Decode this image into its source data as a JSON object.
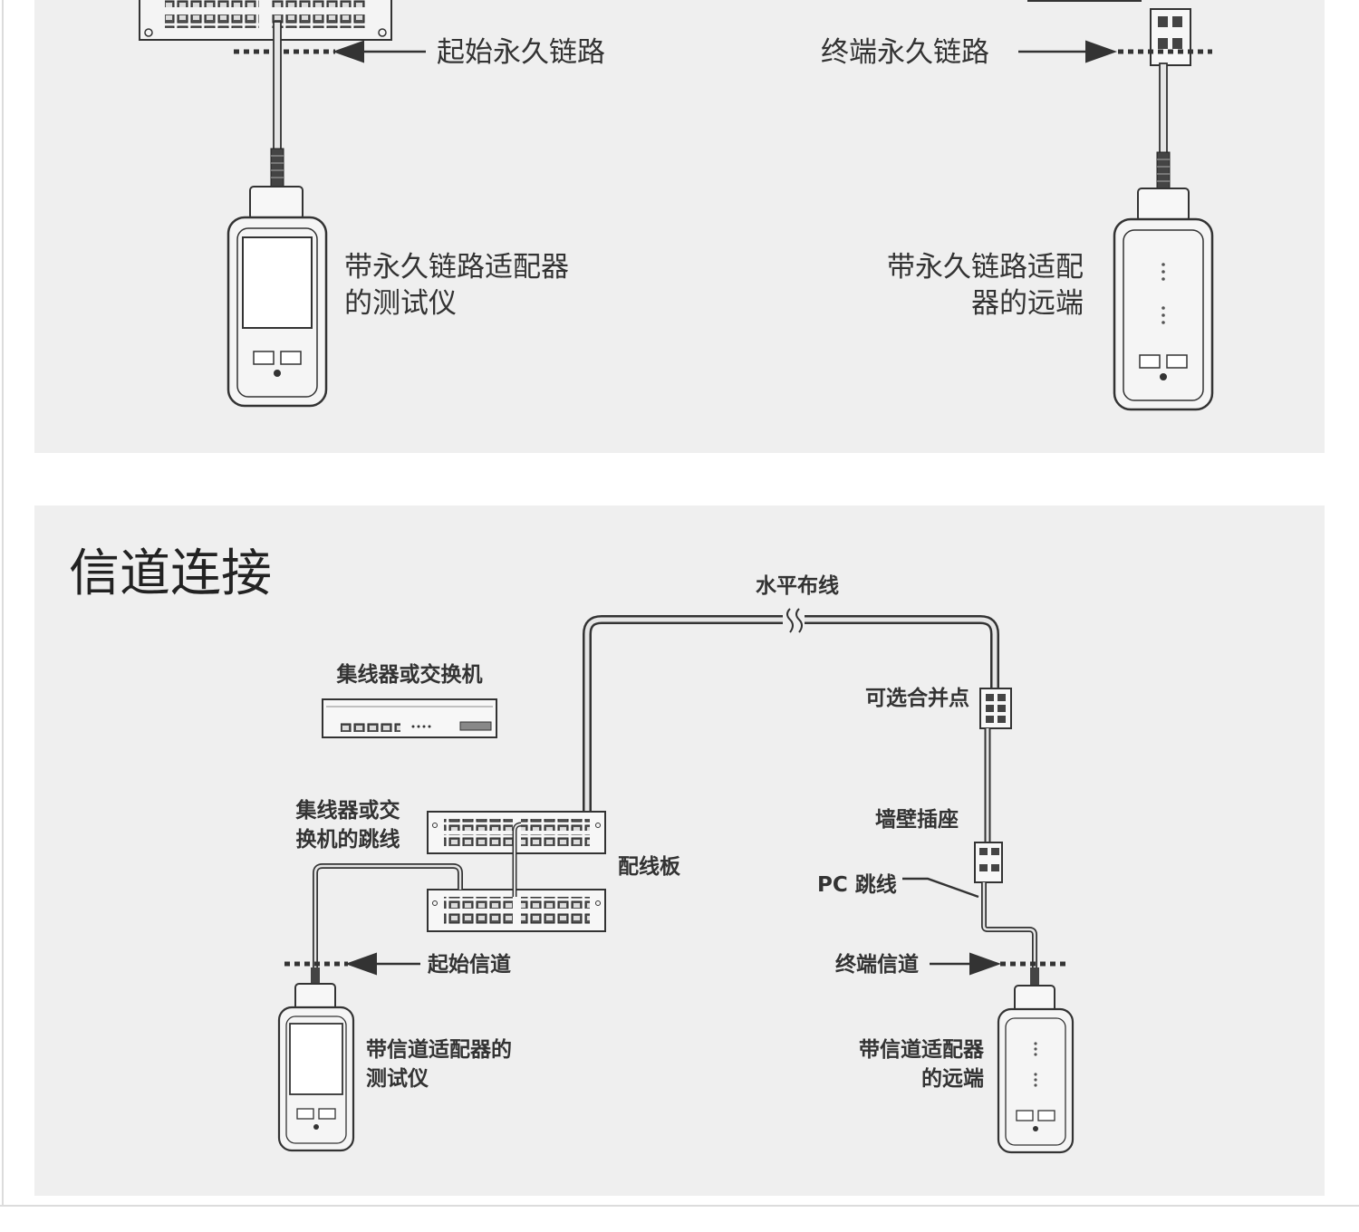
{
  "permanent_link": {
    "start_link": "起始永久链路",
    "end_link": "终端永久链路",
    "tester_line1": "带永久链路适配器",
    "tester_line2": "的测试仪",
    "remote_line1": "带永久链路适配",
    "remote_line2": "器的远端"
  },
  "channel": {
    "title": "信道连接",
    "horizontal_cabling": "水平布线",
    "hub_switch": "集线器或交换机",
    "optional_consolidation": "可选合并点",
    "hub_patch_line1": "集线器或交",
    "hub_patch_line2": "换机的跳线",
    "patch_panel": "配线板",
    "wall_outlet": "墙壁插座",
    "pc_patch": "PC 跳线",
    "start_channel": "起始信道",
    "end_channel": "终端信道",
    "tester_line1": "带信道适配器的",
    "tester_line2": "测试仪",
    "remote_line1": "带信道适配器",
    "remote_line2": "的远端"
  },
  "colors": {
    "panel": "#efefef",
    "line": "#333333",
    "cable_fill": "#e6e6e6"
  }
}
